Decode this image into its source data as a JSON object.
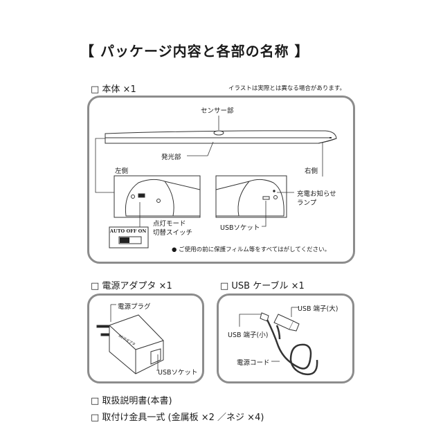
{
  "title": "【 パッケージ内容と各部の名称 】",
  "main_unit": {
    "heading": "□ 本体 ×1",
    "note": "イラストは実際とは異なる場合があります。",
    "sensor_label": "センサー部",
    "light_label": "発光部",
    "left_side_label": "左側",
    "right_side_label": "右側",
    "charge_lamp_label_1": "充電お知らせ",
    "charge_lamp_label_2": "ランプ",
    "usb_socket_label": "USBソケット",
    "mode_switch_label_1": "点灯モード",
    "mode_switch_label_2": "切替スイッチ",
    "switch_positions": [
      "AUTO",
      "OFF",
      "ON"
    ],
    "caution": "● ご使用の前に保護フィルム等をすべてはがしてください。"
  },
  "adapter": {
    "heading": "□ 電源アダプタ ×1",
    "plug_label": "電源プラグ",
    "socket_label": "USBソケット",
    "body_text": "ACアダプタ"
  },
  "cable": {
    "heading": "□ USB ケーブル ×1",
    "large_label": "USB 端子(大)",
    "small_label": "USB 端子(小)",
    "cord_label": "電源コード"
  },
  "items": [
    "□ 取扱説明書(本書)",
    "□ 取付け金具一式 (金属板 ×2 ／ネジ ×4)"
  ]
}
